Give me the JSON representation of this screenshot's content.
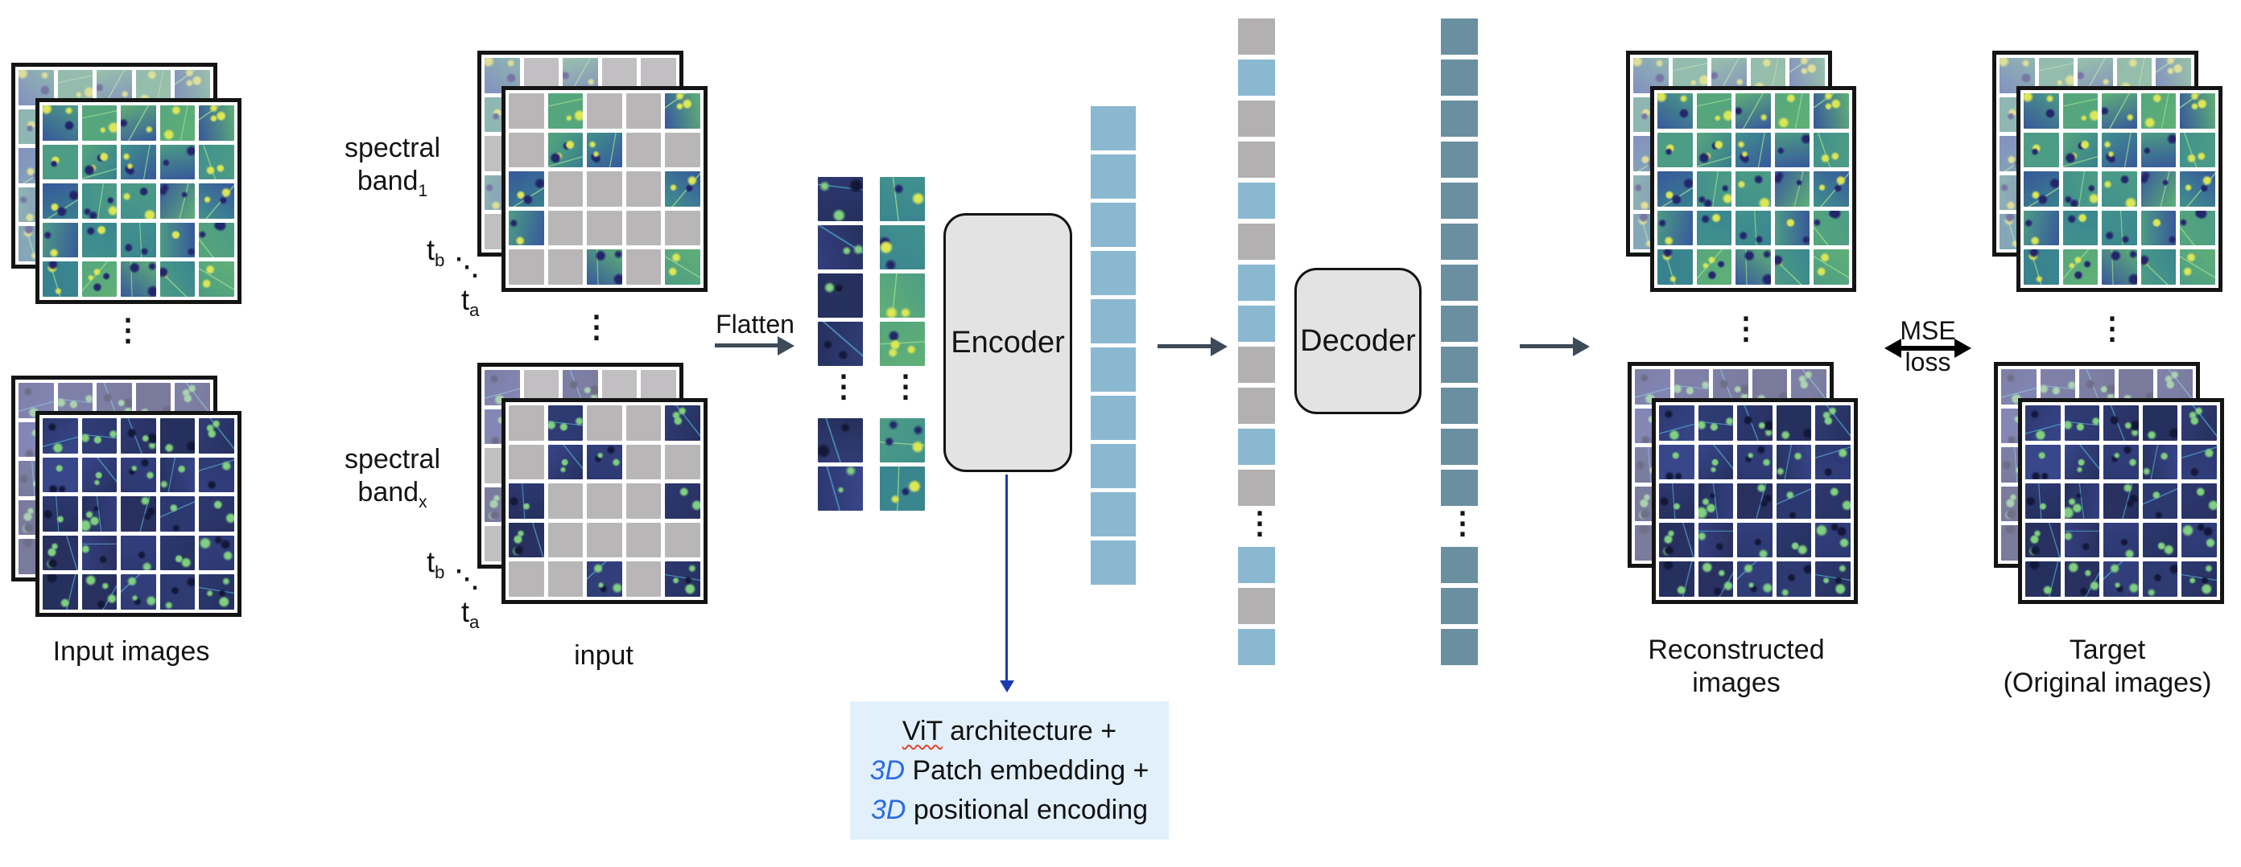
{
  "labels": {
    "input_images": "Input images",
    "spectral_band_1": {
      "line1": "spectral",
      "base": "band",
      "sub": "1"
    },
    "spectral_band_x": {
      "line1": "spectral",
      "base": "band",
      "sub": "x"
    },
    "t": {
      "base": "t",
      "sub_b": "b",
      "sub_a": "a",
      "diag": "⋱"
    },
    "vdots": "⋮",
    "input": "input",
    "flatten": "Flatten",
    "encoder": "Encoder",
    "decoder": "Decoder",
    "reconstructed": {
      "line1": "Reconstructed",
      "line2": "images"
    },
    "mse": "MSE loss",
    "target": {
      "line1": "Target",
      "line2": "(Original images)"
    },
    "vit": {
      "l1_head": "ViT",
      "l1_rest": " architecture +",
      "l2_em": "3D",
      "l2_rest": " Patch embedding +",
      "l3_em": "3D",
      "l3_rest": " positional encoding"
    }
  },
  "colors": {
    "token_blue": "#8bb8d1",
    "token_grey": "#b3b0b1",
    "token_slate": "#6a8fa1",
    "mask_grey": "#b8b6b6",
    "mask_grey_washed": "#c1bfc1",
    "box_fill": "#e3e3e3",
    "arrow": "#3d4a57",
    "mse_arrow": "#000000",
    "blue_arrow": "#1b3ab0",
    "vit_box_bg": "#e1f0fa",
    "vit_em_blue": "#2d6be0",
    "squiggle_red": "#e0452e"
  },
  "palettes": {
    "green": {
      "bases": [
        "#41918d",
        "#4d9c85",
        "#3a868f",
        "#55a67d",
        "#60b077",
        "#38808f",
        "#37589b"
      ],
      "dot_bright": "#dce755",
      "dot_dark": "#23266b",
      "line": "#9ad98f",
      "wash": "rgba(223,214,233,0.45)"
    },
    "dark": {
      "bases": [
        "#2c3870",
        "#333f7e",
        "#2a3160",
        "#38468a",
        "#303c74",
        "#26305e"
      ],
      "dot_bright": "#7fd07f",
      "dot_dark": "#131839",
      "line": "#4f9fc9",
      "wash": "rgba(223,214,233,0.45)"
    }
  },
  "masks": {
    "full": [
      [
        1,
        1,
        1,
        1,
        1
      ],
      [
        1,
        1,
        1,
        1,
        1
      ],
      [
        1,
        1,
        1,
        1,
        1
      ],
      [
        1,
        1,
        1,
        1,
        1
      ],
      [
        1,
        1,
        1,
        1,
        1
      ]
    ],
    "front": [
      [
        0,
        1,
        0,
        0,
        1
      ],
      [
        0,
        1,
        1,
        0,
        0
      ],
      [
        1,
        0,
        0,
        0,
        1
      ],
      [
        1,
        0,
        0,
        0,
        0
      ],
      [
        0,
        0,
        1,
        0,
        1
      ]
    ],
    "back": [
      [
        1,
        0,
        1,
        0,
        0
      ],
      [
        1,
        0,
        0,
        0,
        0
      ],
      [
        0,
        0,
        0,
        0,
        0
      ],
      [
        1,
        0,
        0,
        0,
        0
      ],
      [
        0,
        0,
        0,
        0,
        0
      ]
    ]
  },
  "token_runs": {
    "encoder_out": [
      "blue",
      "blue",
      "blue",
      "blue",
      "blue",
      "blue",
      "blue",
      "blue",
      "blue",
      "blue"
    ],
    "decoder_in_top": [
      "grey",
      "blue",
      "grey",
      "grey",
      "blue",
      "grey",
      "blue",
      "blue",
      "grey",
      "grey",
      "blue",
      "grey"
    ],
    "decoder_in_bottom": [
      "blue",
      "grey",
      "blue"
    ],
    "decoder_out_top": [
      "slate",
      "slate",
      "slate",
      "slate",
      "slate",
      "slate",
      "slate",
      "slate",
      "slate",
      "slate",
      "slate",
      "slate"
    ],
    "decoder_out_bottom": [
      "slate",
      "slate",
      "slate"
    ]
  },
  "flatten_columns": {
    "col1_top": {
      "palette": "dark",
      "seed": 21,
      "count": 4
    },
    "col1_bottom": {
      "palette": "dark",
      "seed": 22,
      "count": 2
    },
    "col2_top": {
      "palette": "green",
      "seed": 23,
      "count": 4
    },
    "col2_bottom": {
      "palette": "green",
      "seed": 24,
      "count": 2
    }
  }
}
